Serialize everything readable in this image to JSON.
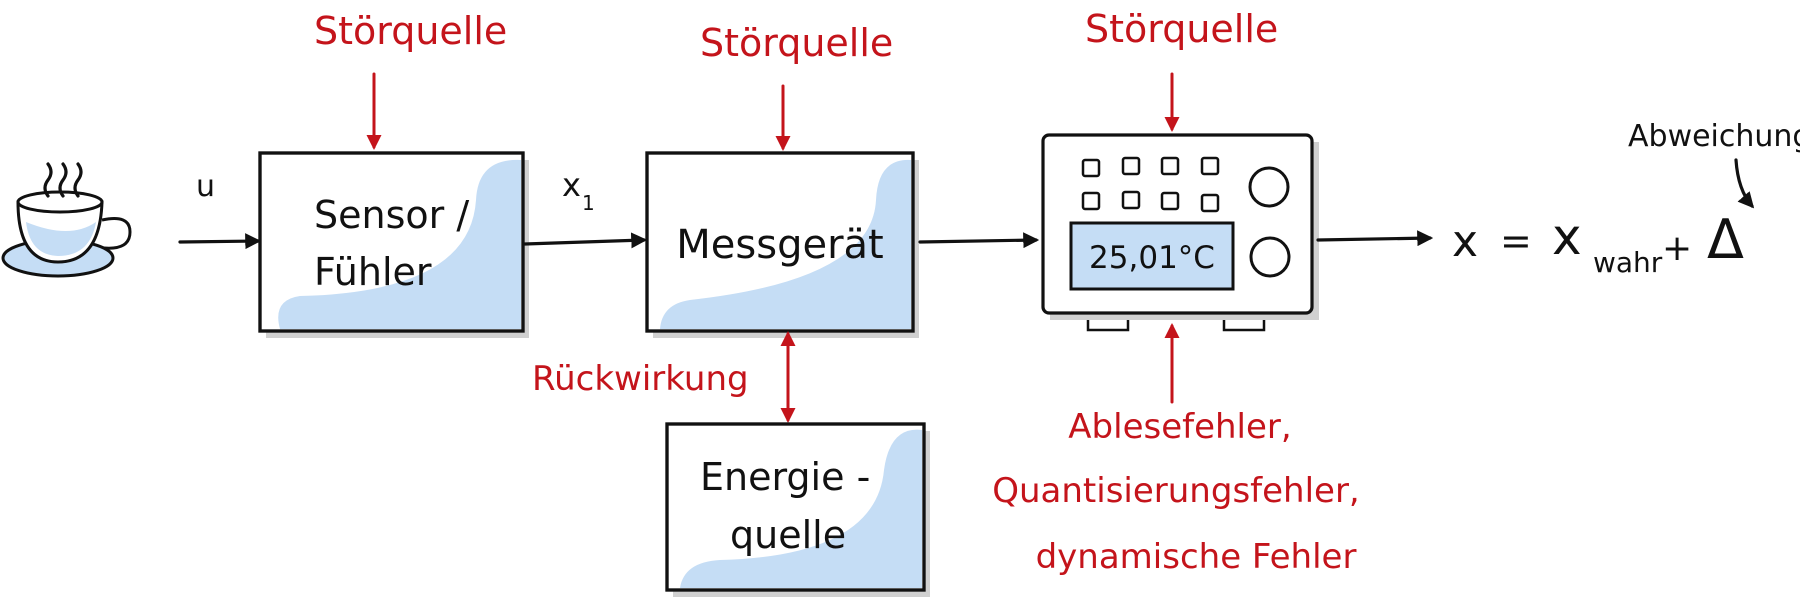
{
  "labels": {
    "disturbance": "Störquelle",
    "input": "u",
    "intermediate": "x",
    "intermediate_sub": "1",
    "feedback": "Rückwirkung",
    "deviation": "Abweichung",
    "instrument_errors": [
      "Ablesefehler,",
      "Quantisierungsfehler,",
      "dynamische Fehler"
    ]
  },
  "blocks": {
    "sensor": [
      "Sensor /",
      "Fühler"
    ],
    "device": "Messgerät",
    "energy": [
      "Energie -",
      "quelle"
    ]
  },
  "display": {
    "reading": "25,01°C"
  },
  "equation": {
    "lhs": "x",
    "eq": "=",
    "true_value": "x",
    "true_sub": "wahr",
    "plus": "+",
    "delta": "Δ"
  },
  "colors": {
    "accent_red": "#c4141b",
    "fill_blue": "#c5ddf5",
    "ink": "#111111"
  }
}
